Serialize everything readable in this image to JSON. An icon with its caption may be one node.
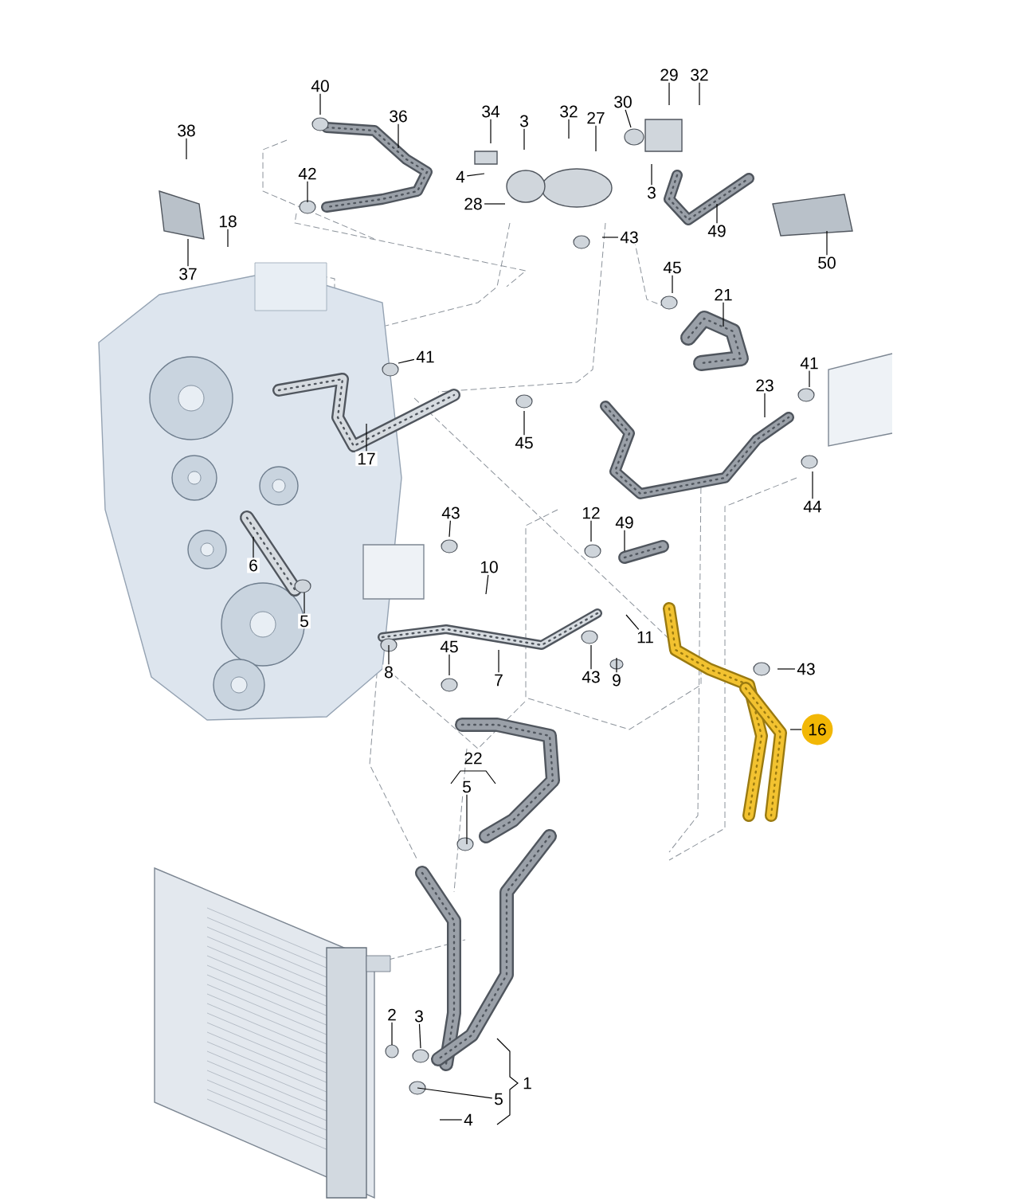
{
  "diagram": {
    "nodes": [
      {
        "text": [
          "40"
        ]
      },
      {
        "text": [
          "36"
        ]
      },
      {
        "text": [
          "38"
        ]
      },
      {
        "text": [
          "34"
        ]
      },
      {
        "text": [
          "3"
        ]
      },
      {
        "text": [
          "32"
        ]
      },
      {
        "text": [
          "27"
        ]
      },
      {
        "text": [
          "30"
        ]
      },
      {
        "text": [
          "29"
        ]
      },
      {
        "text": [
          "32"
        ]
      },
      {
        "text": [
          "42"
        ]
      },
      {
        "text": [
          "4"
        ]
      },
      {
        "text": [
          "28"
        ]
      },
      {
        "text": [
          "3"
        ]
      },
      {
        "text": [
          "18"
        ]
      },
      {
        "text": [
          "37"
        ]
      },
      {
        "text": [
          "49"
        ]
      },
      {
        "text": [
          "43"
        ]
      },
      {
        "text": [
          "50"
        ]
      },
      {
        "text": [
          "45"
        ]
      },
      {
        "text": [
          "21"
        ]
      },
      {
        "text": [
          "41"
        ]
      },
      {
        "text": [
          "17"
        ]
      },
      {
        "text": [
          "45"
        ]
      },
      {
        "text": [
          "23"
        ]
      },
      {
        "text": [
          "41"
        ]
      },
      {
        "text": [
          "44"
        ]
      },
      {
        "text": [
          "6"
        ]
      },
      {
        "text": [
          "5"
        ]
      },
      {
        "text": [
          "43"
        ]
      },
      {
        "text": [
          "10"
        ]
      },
      {
        "text": [
          "12"
        ]
      },
      {
        "text": [
          "49"
        ]
      },
      {
        "text": [
          "11"
        ]
      },
      {
        "text": [
          "8"
        ]
      },
      {
        "text": [
          "45"
        ]
      },
      {
        "text": [
          "7"
        ]
      },
      {
        "text": [
          "43"
        ]
      },
      {
        "text": [
          "9"
        ]
      },
      {
        "text": [
          "43"
        ]
      },
      {
        "text": [
          "16"
        ]
      },
      {
        "text": [
          "5"
        ]
      },
      {
        "text": [
          "2"
        ]
      },
      {
        "text": [
          "3"
        ]
      },
      {
        "text": [
          "5"
        ]
      },
      {
        "text": [
          "4"
        ]
      }
    ],
    "edges": [
      {
        "from": 0,
        "to": null,
        "arrow": "none"
      },
      {
        "from": 1,
        "to": null,
        "arrow": "none"
      },
      {
        "from": 2,
        "to": null,
        "arrow": "none"
      },
      {
        "from": 3,
        "to": null,
        "arrow": "none"
      },
      {
        "from": 4,
        "to": null,
        "arrow": "none"
      },
      {
        "from": 5,
        "to": null,
        "arrow": "none"
      },
      {
        "from": 6,
        "to": null,
        "arrow": "none"
      },
      {
        "from": 7,
        "to": null,
        "arrow": "none"
      },
      {
        "from": 8,
        "to": null,
        "arrow": "none"
      },
      {
        "from": 9,
        "to": null,
        "arrow": "none"
      },
      {
        "from": 10,
        "to": null,
        "arrow": "none"
      },
      {
        "from": 11,
        "to": null,
        "arrow": "none"
      },
      {
        "from": 12,
        "to": null,
        "arrow": "none"
      },
      {
        "from": 13,
        "to": null,
        "arrow": "none"
      },
      {
        "from": 14,
        "to": null,
        "arrow": "none"
      },
      {
        "from": 15,
        "to": null,
        "arrow": "none"
      },
      {
        "from": 16,
        "to": null,
        "arrow": "none"
      },
      {
        "from": 17,
        "to": null,
        "arrow": "none"
      },
      {
        "from": 18,
        "to": null,
        "arrow": "none"
      },
      {
        "from": 19,
        "to": null,
        "arrow": "none"
      },
      {
        "from": 20,
        "to": null,
        "arrow": "none"
      },
      {
        "from": 21,
        "to": null,
        "arrow": "none"
      },
      {
        "from": 22,
        "to": null,
        "arrow": "none"
      },
      {
        "from": 23,
        "to": null,
        "arrow": "none"
      },
      {
        "from": 24,
        "to": null,
        "arrow": "none"
      },
      {
        "from": 25,
        "to": null,
        "arrow": "none"
      },
      {
        "from": 26,
        "to": null,
        "arrow": "none"
      },
      {
        "from": 27,
        "to": null,
        "arrow": "none"
      },
      {
        "from": 28,
        "to": null,
        "arrow": "none"
      },
      {
        "from": 29,
        "to": null,
        "arrow": "none"
      },
      {
        "from": 30,
        "to": null,
        "arrow": "none"
      },
      {
        "from": 31,
        "to": null,
        "arrow": "none"
      },
      {
        "from": 32,
        "to": null,
        "arrow": "none"
      },
      {
        "from": 33,
        "to": null,
        "arrow": "none"
      },
      {
        "from": 34,
        "to": null,
        "arrow": "none"
      },
      {
        "from": 35,
        "to": null,
        "arrow": "none"
      },
      {
        "from": 36,
        "to": null,
        "arrow": "none"
      },
      {
        "from": 37,
        "to": null,
        "arrow": "none"
      },
      {
        "from": 38,
        "to": null,
        "arrow": "none"
      },
      {
        "from": 39,
        "to": null,
        "arrow": "none"
      },
      {
        "from": 40,
        "to": null,
        "arrow": "none"
      },
      {
        "from": 41,
        "to": null,
        "arrow": "none"
      },
      {
        "from": 42,
        "to": null,
        "arrow": "none"
      },
      {
        "from": 43,
        "to": null,
        "arrow": "none"
      },
      {
        "from": 44,
        "to": null,
        "arrow": "none"
      },
      {
        "from": 45,
        "to": null,
        "arrow": "none"
      }
    ],
    "labels": [
      "22",
      "1"
    ]
  }
}
